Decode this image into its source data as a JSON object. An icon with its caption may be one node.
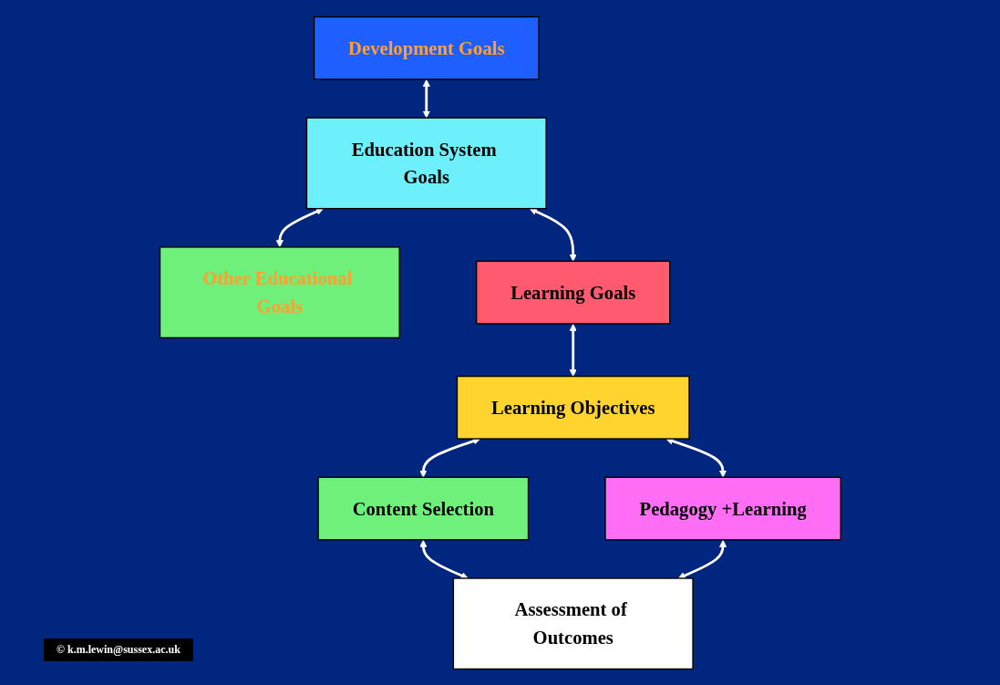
{
  "diagram": {
    "nodes": [
      {
        "text": [
          "Development Goals"
        ]
      },
      {
        "text": [
          "Education System Goals"
        ]
      },
      {
        "text": [
          "Other Educational Goals"
        ]
      },
      {
        "text": [
          "Learning Goals"
        ]
      },
      {
        "text": [
          "Learning Objectives"
        ]
      },
      {
        "text": [
          "Content Selection"
        ]
      },
      {
        "text": [
          "Pedagogy +Learning"
        ]
      },
      {
        "text": [
          "Assessment of Outcomes"
        ]
      }
    ],
    "edges": [
      {
        "from": 0,
        "to": 1,
        "arrow": "both"
      },
      {
        "from": 1,
        "to": 2,
        "arrow": "both"
      },
      {
        "from": 1,
        "to": 3,
        "arrow": "both"
      },
      {
        "from": 3,
        "to": 4,
        "arrow": "both"
      },
      {
        "from": 4,
        "to": 5,
        "arrow": "both"
      },
      {
        "from": 4,
        "to": 6,
        "arrow": "both"
      },
      {
        "from": 5,
        "to": 7,
        "arrow": "both"
      },
      {
        "from": 6,
        "to": 7,
        "arrow": "both"
      }
    ],
    "labels": [
      "© k.m.lewin@sussex.ac.uk"
    ]
  }
}
